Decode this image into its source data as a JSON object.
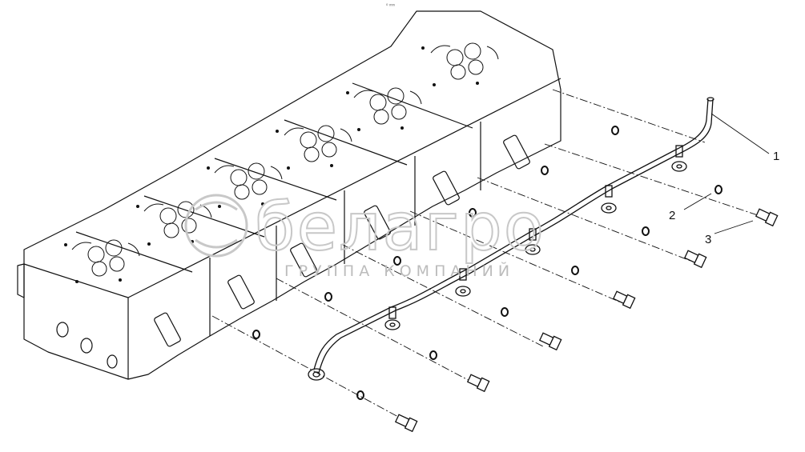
{
  "header": {
    "small_mark": "⁰ ᵐᵐ"
  },
  "watermark": {
    "brand": "белагро",
    "subtitle": "ГРУППА КОМПАНИЙ",
    "logo_icon": "belagro-logo-icon"
  },
  "callouts": [
    {
      "number": "1"
    },
    {
      "number": "2"
    },
    {
      "number": "3"
    }
  ],
  "colors": {
    "line": "#111111",
    "watermark": "#c8c8c8",
    "background": "#ffffff"
  }
}
